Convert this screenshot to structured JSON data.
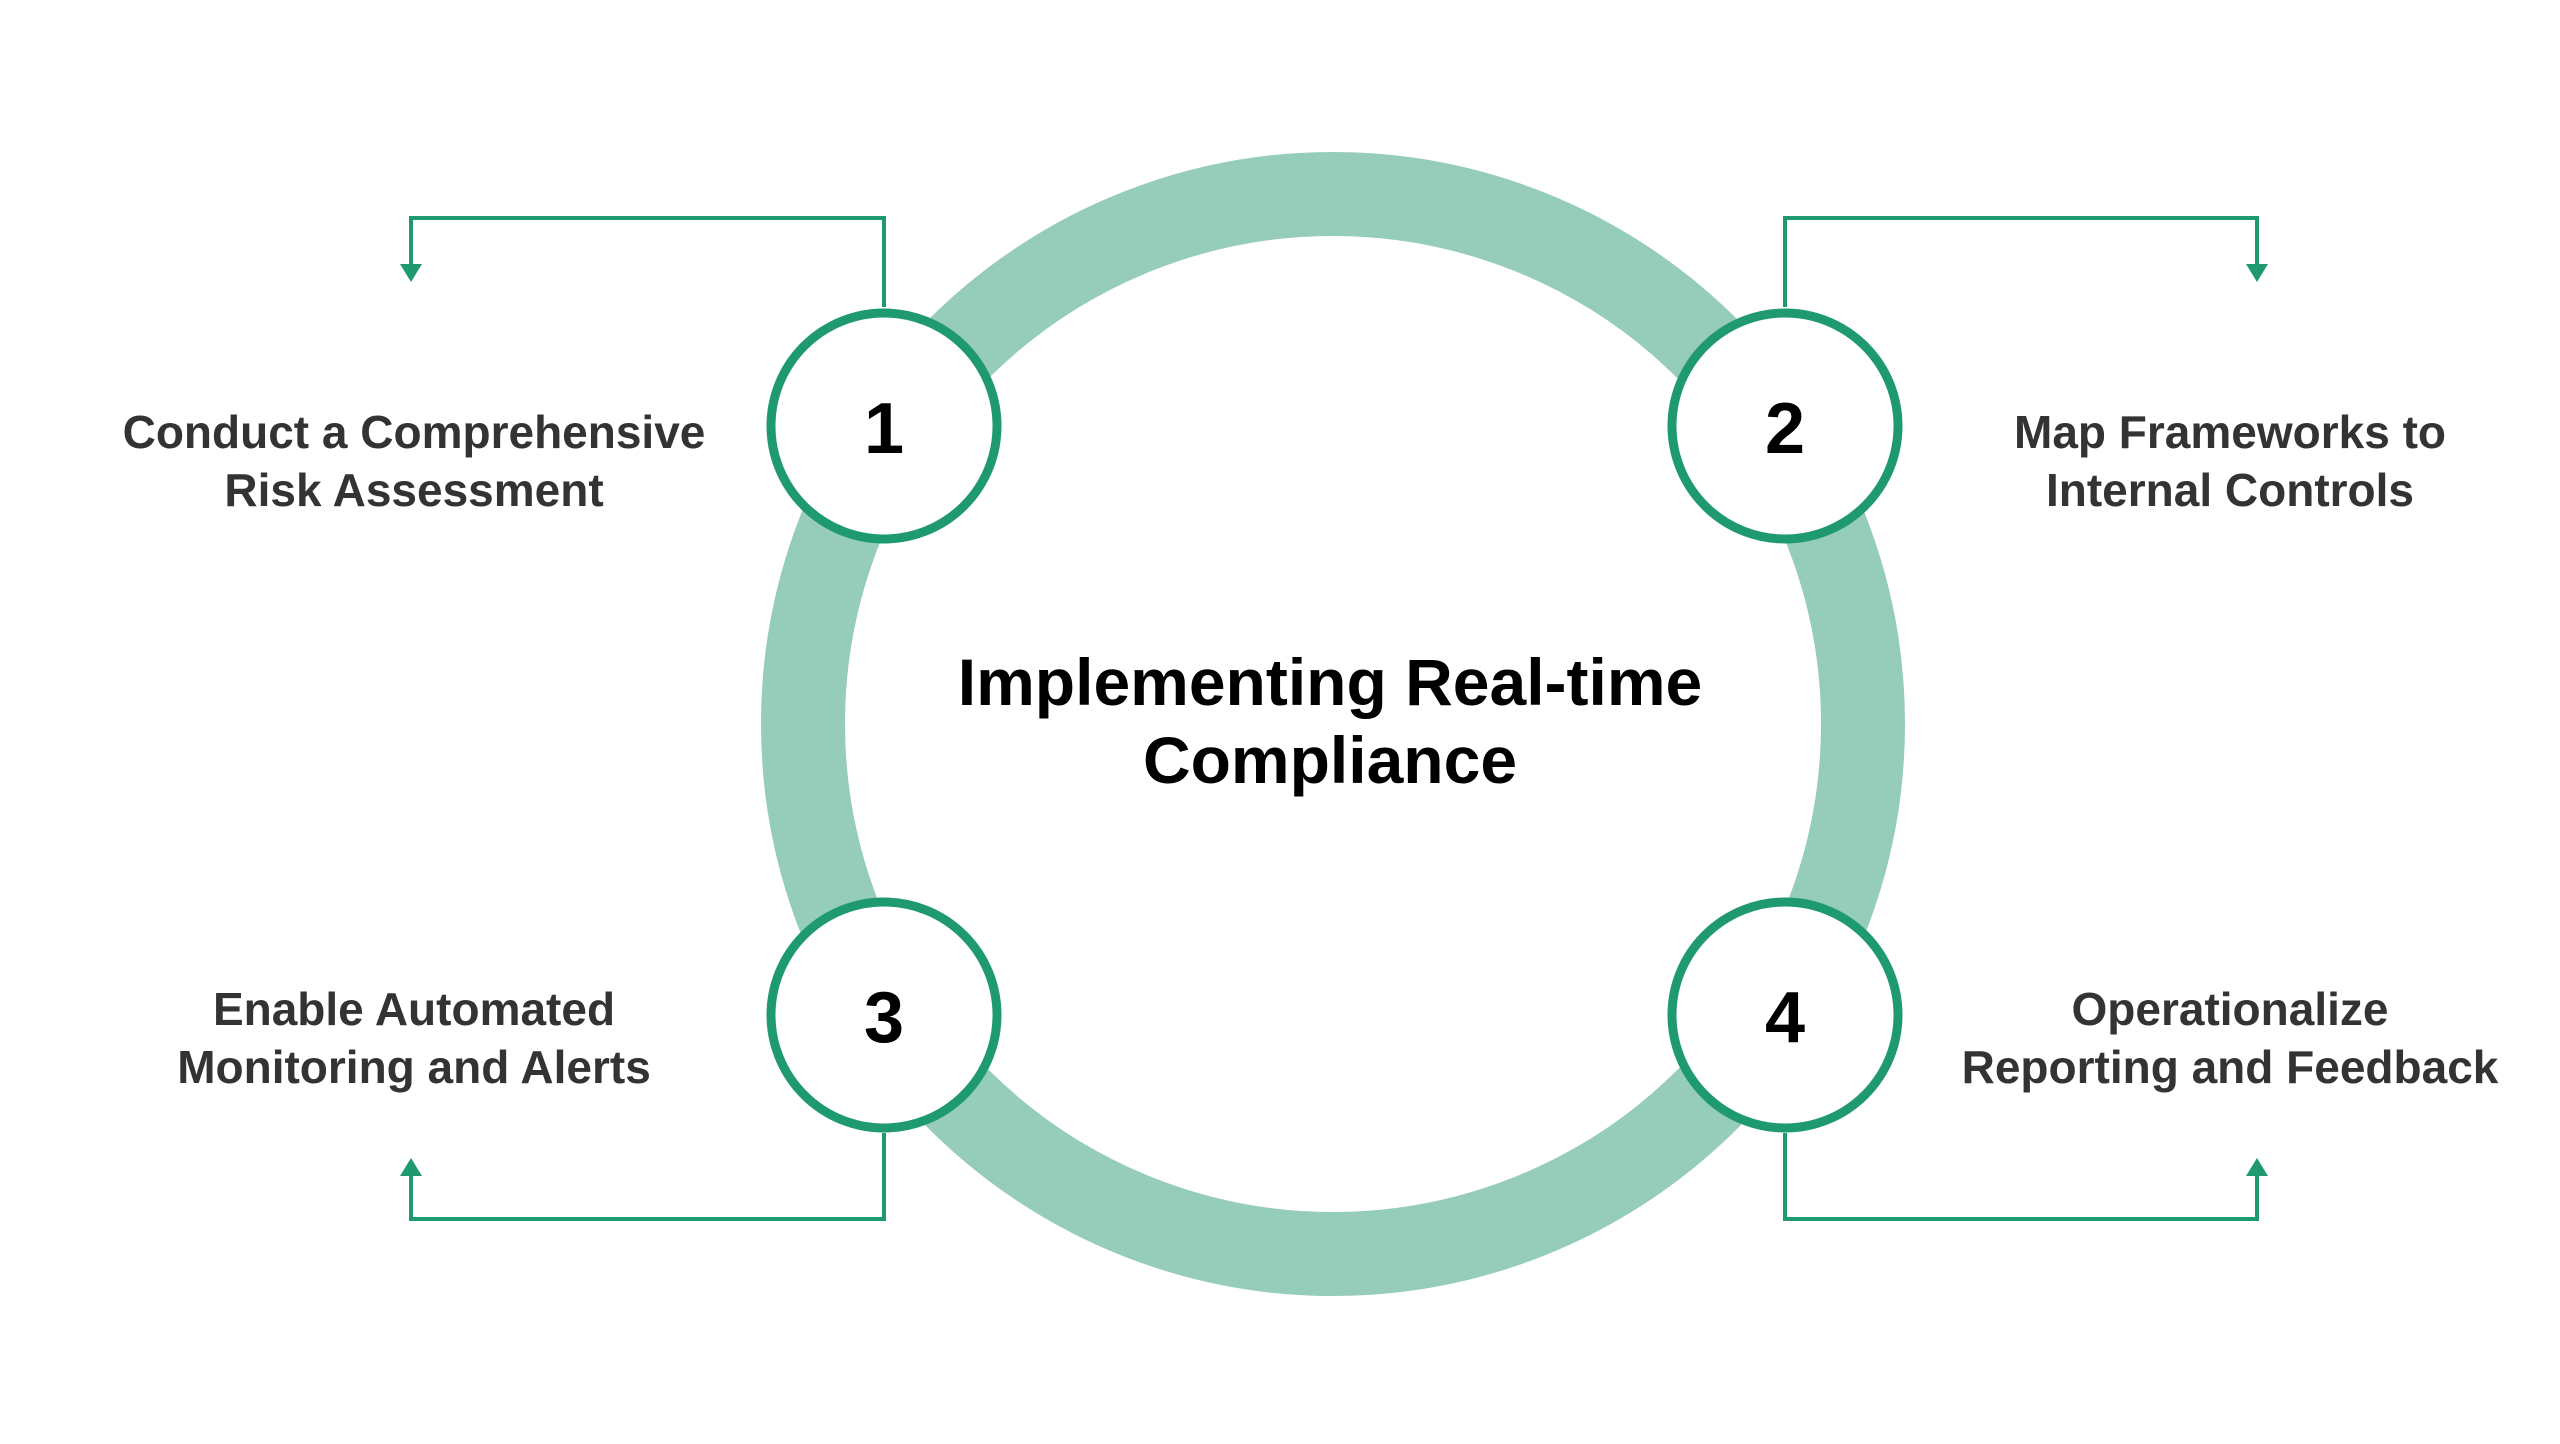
{
  "diagram": {
    "title_line_1": "Implementing Real-time",
    "title_line_2": "Compliance",
    "colors": {
      "ring": "#95ccba",
      "accent": "#1f9a6e",
      "text": "#333333",
      "title": "#000000",
      "background": "#ffffff"
    },
    "steps": [
      {
        "number": "1",
        "line_1": "Conduct a Comprehensive",
        "line_2": "Risk Assessment"
      },
      {
        "number": "2",
        "line_1": "Map Frameworks to",
        "line_2": "Internal Controls"
      },
      {
        "number": "3",
        "line_1": "Enable Automated",
        "line_2": "Monitoring and Alerts"
      },
      {
        "number": "4",
        "line_1": "Operationalize",
        "line_2": "Reporting and Feedback"
      }
    ]
  }
}
